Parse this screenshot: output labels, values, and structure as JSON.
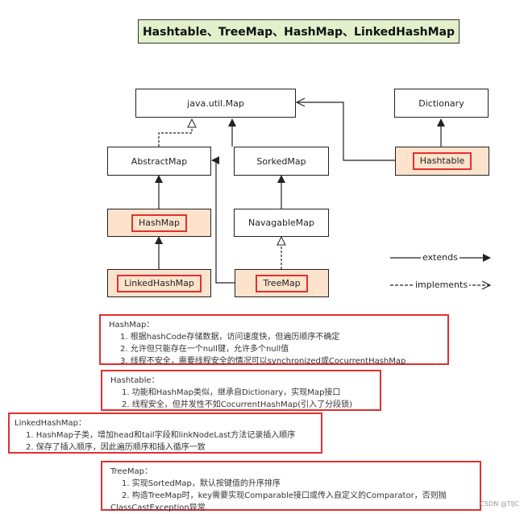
{
  "title": "Hashtable、TreeMap、HashMap、LinkedHashMap",
  "nodes": {
    "map": "java.util.Map",
    "dictionary": "Dictionary",
    "abstract_map": "AbstractMap",
    "sorked_map": "SorkedMap",
    "hashtable": "Hashtable",
    "hashmap": "HashMap",
    "navagable_map": "NavagableMap",
    "linked_hashmap": "LinkedHashMap",
    "treemap": "TreeMap"
  },
  "legend": {
    "extends": "extends",
    "implements": "implements"
  },
  "notes": {
    "hashmap": {
      "title": "HashMap：",
      "lines": [
        "1. 根据hashCode存储数据，访问速度快，但遍历顺序不确定",
        "2. 允许但只能存在一个null键，允许多个null值",
        "3. 线程不安全，需要线程安全的情况可以synchronized或CocurrentHashMap"
      ]
    },
    "hashtable": {
      "title": "Hashtable：",
      "lines": [
        "1. 功能和HashMap类似，继承自Dictionary，实现Map接口",
        "2. 线程安全，但并发性不如CocurrentHashMap(引入了分段锁)"
      ]
    },
    "linked_hashmap": {
      "title": "LinkedHashMap：",
      "lines": [
        "1. HashMap子类，增加head和tail字段和linkNodeLast方法记录插入顺序",
        "2. 保存了插入顺序，因此遍历顺序和插入循序一致"
      ]
    },
    "treemap": {
      "title": "TreeMap：",
      "lines": [
        "1. 实现SortedMap，默认按键值的升序排序",
        "2. 构造TreeMap时，key需要实现Comparable接口或传入自定义的Comparator，否则抛ClassCastException异常"
      ]
    }
  },
  "footer": "CSDN @TIJC"
}
